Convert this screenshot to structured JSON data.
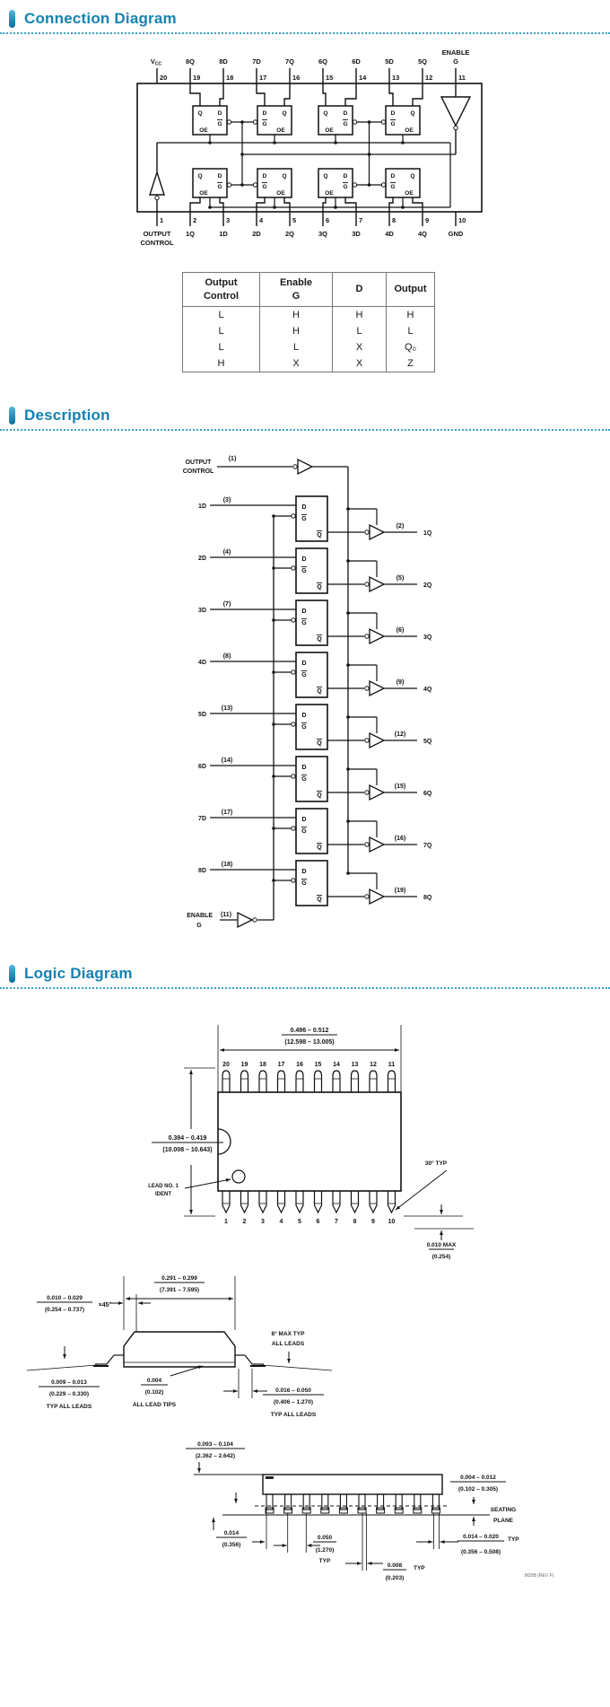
{
  "sections": {
    "connection": "Connection Diagram",
    "description": "Description",
    "logic": "Logic Diagram"
  },
  "connection": {
    "top_pins": [
      {
        "n": "20",
        "l": "V",
        "sub": "CC"
      },
      {
        "n": "19",
        "l": "8Q"
      },
      {
        "n": "18",
        "l": "8D"
      },
      {
        "n": "17",
        "l": "7D"
      },
      {
        "n": "16",
        "l": "7Q"
      },
      {
        "n": "15",
        "l": "6Q"
      },
      {
        "n": "14",
        "l": "6D"
      },
      {
        "n": "13",
        "l": "5D"
      },
      {
        "n": "12",
        "l": "5Q"
      },
      {
        "n": "11",
        "l": "G",
        "l2": "ENABLE"
      }
    ],
    "bottom_pins": [
      {
        "n": "1",
        "l": "OUTPUT",
        "l2": "CONTROL"
      },
      {
        "n": "2",
        "l": "1Q"
      },
      {
        "n": "3",
        "l": "1D"
      },
      {
        "n": "4",
        "l": "2D"
      },
      {
        "n": "5",
        "l": "2Q"
      },
      {
        "n": "6",
        "l": "3Q"
      },
      {
        "n": "7",
        "l": "3D"
      },
      {
        "n": "8",
        "l": "4D"
      },
      {
        "n": "9",
        "l": "4Q"
      },
      {
        "n": "10",
        "l": "GND"
      }
    ],
    "latch": {
      "q": "Q",
      "d": "D",
      "g": "G",
      "oe": "OE"
    }
  },
  "truth_table": {
    "headers": [
      [
        "Output",
        "Control"
      ],
      [
        "Enable",
        "G"
      ],
      [
        "D"
      ],
      [
        "Output"
      ]
    ],
    "rows": [
      [
        "L",
        "H",
        "H",
        "H"
      ],
      [
        "L",
        "H",
        "L",
        "L"
      ],
      [
        "L",
        "L",
        "X",
        "Q₀"
      ],
      [
        "H",
        "X",
        "X",
        "Z"
      ]
    ]
  },
  "description": {
    "oc": {
      "l1": "OUTPUT",
      "l2": "CONTROL",
      "pin": "(1)"
    },
    "en": {
      "l1": "ENABLE",
      "l2": "G",
      "pin": "(11)"
    },
    "cell": {
      "d": "D",
      "g": "G",
      "q": "Q"
    },
    "latches": [
      {
        "in": "1D",
        "pin_in": "(3)",
        "pin_out": "(2)",
        "out": "1Q"
      },
      {
        "in": "2D",
        "pin_in": "(4)",
        "pin_out": "(5)",
        "out": "2Q"
      },
      {
        "in": "3D",
        "pin_in": "(7)",
        "pin_out": "(6)",
        "out": "3Q"
      },
      {
        "in": "4D",
        "pin_in": "(8)",
        "pin_out": "(9)",
        "out": "4Q"
      },
      {
        "in": "5D",
        "pin_in": "(13)",
        "pin_out": "(12)",
        "out": "5Q"
      },
      {
        "in": "6D",
        "pin_in": "(14)",
        "pin_out": "(15)",
        "out": "6Q"
      },
      {
        "in": "7D",
        "pin_in": "(17)",
        "pin_out": "(16)",
        "out": "7Q"
      },
      {
        "in": "8D",
        "pin_in": "(18)",
        "pin_out": "(19)",
        "out": "8Q"
      }
    ]
  },
  "package": {
    "top_view": {
      "width_dim": [
        "0.496 – 0.512",
        "(12.598 – 13.005)"
      ],
      "height_dim": [
        "0.394 – 0.419",
        "(10.008 – 10.643)"
      ],
      "top_pins": [
        "20",
        "19",
        "18",
        "17",
        "16",
        "15",
        "14",
        "13",
        "12",
        "11"
      ],
      "bottom_pins": [
        "1",
        "2",
        "3",
        "4",
        "5",
        "6",
        "7",
        "8",
        "9",
        "10"
      ],
      "lead_ident": [
        "LEAD NO. 1",
        "IDENT"
      ],
      "angle": "30° TYP",
      "standoff": [
        "0.010 MAX",
        "(0.254)"
      ]
    },
    "side_view": {
      "width_dim": [
        "0.291 – 0.299",
        "(7.391 – 7.595)"
      ],
      "chamfer": [
        "0.010 – 0.029",
        "(0.254 – 0.737)"
      ],
      "chamfer_angle": "×45°",
      "lead_angle": [
        "8° MAX TYP",
        "ALL LEADS"
      ],
      "lead_thickness": [
        "0.009 – 0.013",
        "(0.229 – 0.330)",
        "TYP ALL LEADS"
      ],
      "lead_tips": [
        "0.004",
        "(0.102)",
        "ALL LEAD TIPS"
      ],
      "foot_length": [
        "0.016 – 0.050",
        "(0.406 – 1.270)",
        "TYP ALL LEADS"
      ]
    },
    "front_view": {
      "height_dim": [
        "0.093 – 0.104",
        "(2.362 – 2.642)"
      ],
      "standoff": [
        "0.004 – 0.012",
        "(0.102 – 0.305)"
      ],
      "seating_plane": [
        "SEATING",
        "PLANE"
      ],
      "lead_offset": [
        "0.014",
        "(0.356)"
      ],
      "lead_pitch": [
        "0.050",
        "(1.270)",
        "TYP"
      ],
      "lead_width": [
        "0.008",
        "TYP",
        "(0.203)"
      ],
      "foot_width": [
        "0.014 – 0.020",
        "TYP",
        "(0.356 – 0.508)"
      ],
      "doc_number": "M20B (REV F)"
    }
  }
}
